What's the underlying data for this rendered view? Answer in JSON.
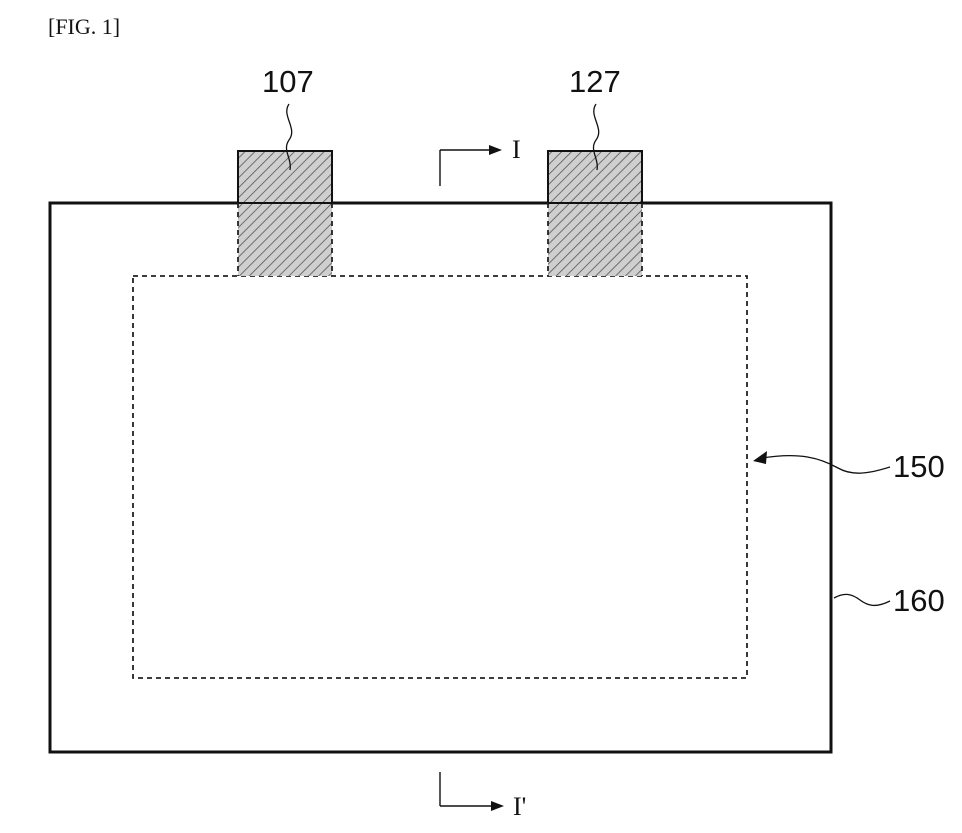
{
  "figure_label": "[FIG. 1]",
  "reference_numerals": {
    "tab_left": "107",
    "tab_right": "127",
    "electrode_assembly": "150",
    "case": "160"
  },
  "section_line": {
    "start_label": "I",
    "end_label": "I'"
  },
  "colors": {
    "line": "#111111",
    "tab_fill": "#b9b9b9",
    "background": "#ffffff"
  }
}
